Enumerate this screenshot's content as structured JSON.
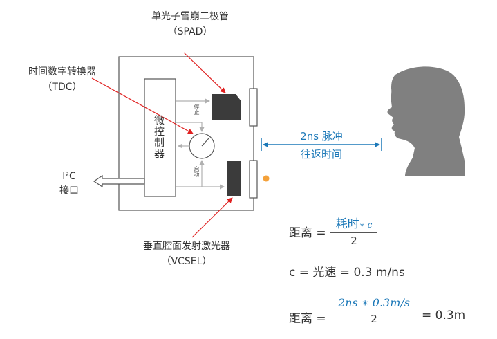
{
  "labels": {
    "spad": "单光子雪崩二极管",
    "spad_abbr": "（SPAD）",
    "tdc": "时间数字转换器",
    "tdc_abbr": "（TDC）",
    "vcsel": "垂直腔面发射激光器",
    "vcsel_abbr": "（VCSEL）",
    "controller": "微控制器",
    "i2c_line1": "I²C",
    "i2c_line2": "接口",
    "stop": "停止",
    "start": "启动",
    "pulse_line1": "2ns 脉冲",
    "pulse_line2": "往返时间"
  },
  "formulas": {
    "f1_lhs": "距离 =",
    "f1_num": "耗时",
    "f1_num_italic": "∗ c",
    "f1_den": "2",
    "f2": "c = 光速  = 0.3 m/ns",
    "f3_lhs": "距离 =",
    "f3_num": "2ns ∗ 0.3m/s",
    "f3_den": "2",
    "f3_rhs": "= 0.3m"
  },
  "colors": {
    "accent_blue": "#1b78b8",
    "arrow_red": "#e02020",
    "component_dark": "#3b3b3b",
    "led_orange": "#f4a13a",
    "silhouette": "#808080"
  }
}
